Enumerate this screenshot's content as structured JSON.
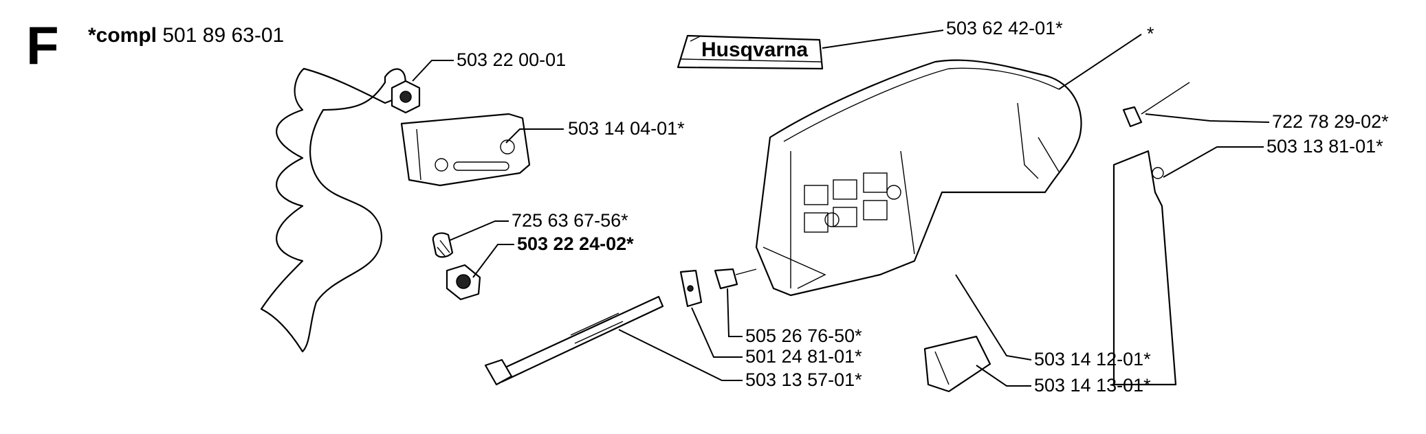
{
  "section_letter": "F",
  "compl": {
    "prefix": "*compl",
    "number": "501 89 63-01"
  },
  "logo_text": "Husqvarna",
  "labels": {
    "p1": "503 62 42-01*",
    "p2": "*",
    "p3": "503 22 00-01",
    "p4": "503 14 04-01*",
    "p5": "722 78 29-02*",
    "p6": "503 13 81-01*",
    "p7": "725 63 67-56*",
    "p8": "503 22 24-02*",
    "p9": "505 26 76-50*",
    "p10": "501 24 81-01*",
    "p11": "503 13 57-01*",
    "p12": "503 14 12-01*",
    "p13": "503 14 13-01*"
  }
}
